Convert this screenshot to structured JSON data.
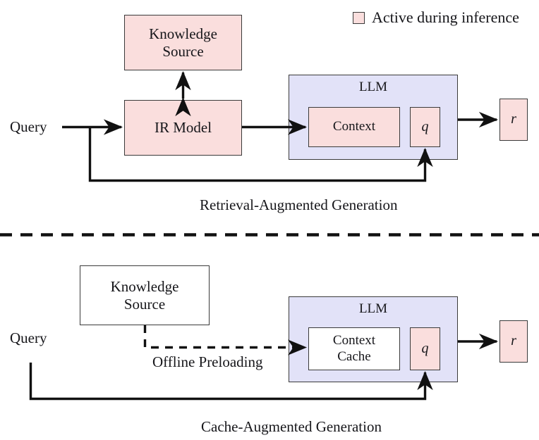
{
  "figure": {
    "legend": {
      "swatch_color": "#fadedd",
      "label": "Active during inference"
    },
    "colors": {
      "active_fill": "#fadedd",
      "llm_fill": "#e2e2f8",
      "inactive_fill": "#ffffff",
      "stroke": "#3a3a3a",
      "wire": "#111111"
    },
    "panels": [
      {
        "id": "rag",
        "caption": "Retrieval-Augmented Generation",
        "query_label": "Query",
        "knowledge_source": "Knowledge\nSource",
        "retriever": "IR Model",
        "llm_title": "LLM",
        "context": "Context",
        "query_token": "q",
        "response": "r"
      },
      {
        "id": "cag",
        "caption": "Cache-Augmented Generation",
        "query_label": "Query",
        "knowledge_source": "Knowledge\nSource",
        "preload_label": "Offline Preloading",
        "llm_title": "LLM",
        "context": "Context\nCache",
        "query_token": "q",
        "response": "r"
      }
    ]
  }
}
